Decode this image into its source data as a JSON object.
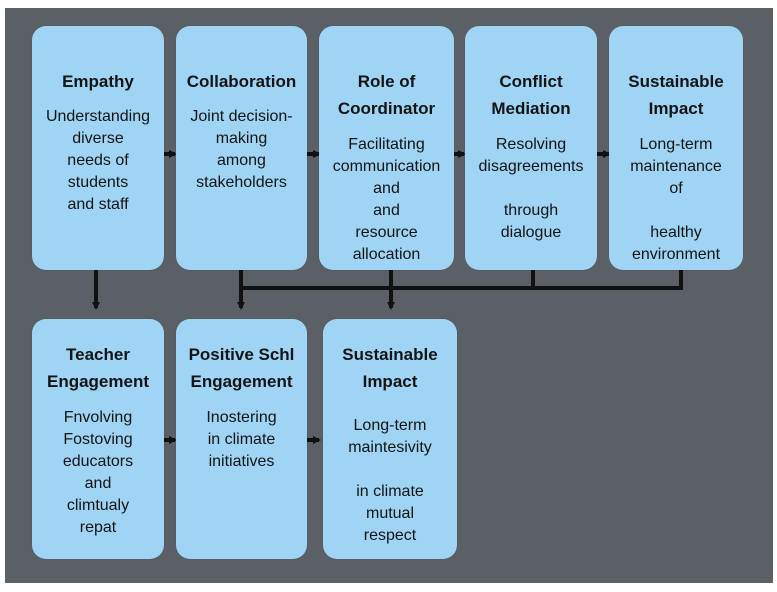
{
  "diagram": {
    "top_row": [
      {
        "title": "Empathy",
        "body": "Understanding\ndiverse\nneeds of\nstudents\nand staff"
      },
      {
        "title": "Collaboration",
        "body": "Joint decision-\nmaking\namong\nstakeholders"
      },
      {
        "title": "Role of\nCoordinator",
        "body": "Facilitating\ncommunication\nand\nand\nresource\nallocation"
      },
      {
        "title": "Conflict\nMediation",
        "body": "Resolving\ndisagreements\n\nthrough\ndialogue"
      },
      {
        "title": "Sustainable\nImpact",
        "body": "Long-term\nmaintenance\nof\n\nhealthy\nenvironment"
      }
    ],
    "bottom_row": [
      {
        "title": "Teacher\nEngagement",
        "body": "Fnvolving\nFostoving\neducators\nand\nclimtualy\nrepat"
      },
      {
        "title": "Positive Schl\nEngagement",
        "body": "Inostering\nin climate\ninitiatives"
      },
      {
        "title": "Sustainable\nImpact",
        "body": "Long-term\nmaintesivity\n\nin climate\nmutual\nrespect"
      }
    ]
  },
  "colors": {
    "background": "#5b6066",
    "box_fill": "#9fd4f4",
    "arrow": "#111111"
  }
}
